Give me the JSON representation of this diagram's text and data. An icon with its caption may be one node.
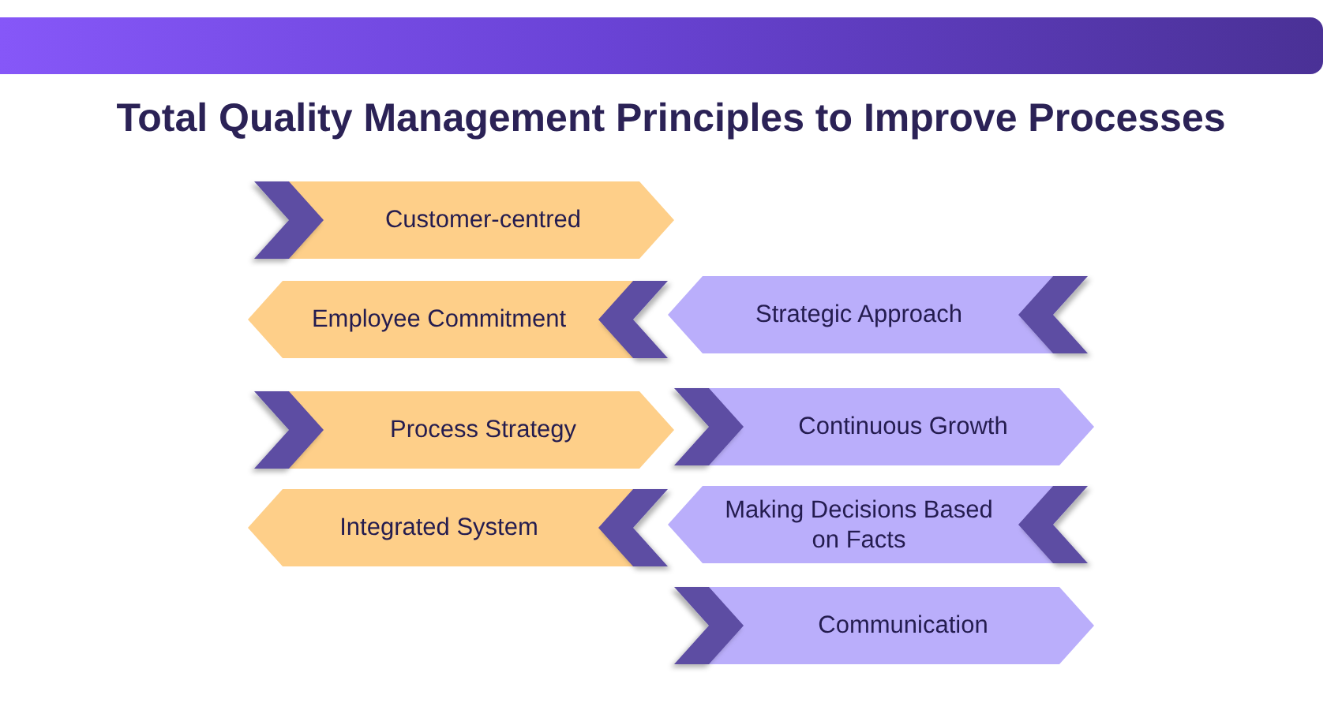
{
  "diagram": {
    "title": "Total Quality Management Principles to Improve Processes",
    "nodes": [
      {
        "text": [
          "Customer-centred"
        ]
      },
      {
        "text": [
          "Employee Commitment"
        ]
      },
      {
        "text": [
          "Strategic Approach"
        ]
      },
      {
        "text": [
          "Process Strategy"
        ]
      },
      {
        "text": [
          "Continuous Growth"
        ]
      },
      {
        "text": [
          "Integrated System"
        ]
      },
      {
        "text": [
          "Making Decisions Based on Facts"
        ]
      },
      {
        "text": [
          "Communication"
        ]
      }
    ]
  }
}
